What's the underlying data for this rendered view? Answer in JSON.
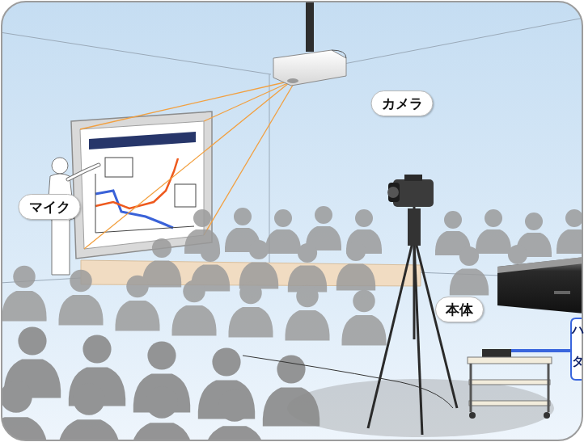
{
  "diagram": {
    "nodes": [
      {
        "text": [
          "カメラ"
        ]
      },
      {
        "text": [
          "マイク"
        ]
      },
      {
        "text": [
          "本体"
        ]
      }
    ],
    "labels": [
      "ハ",
      "タ"
    ]
  }
}
